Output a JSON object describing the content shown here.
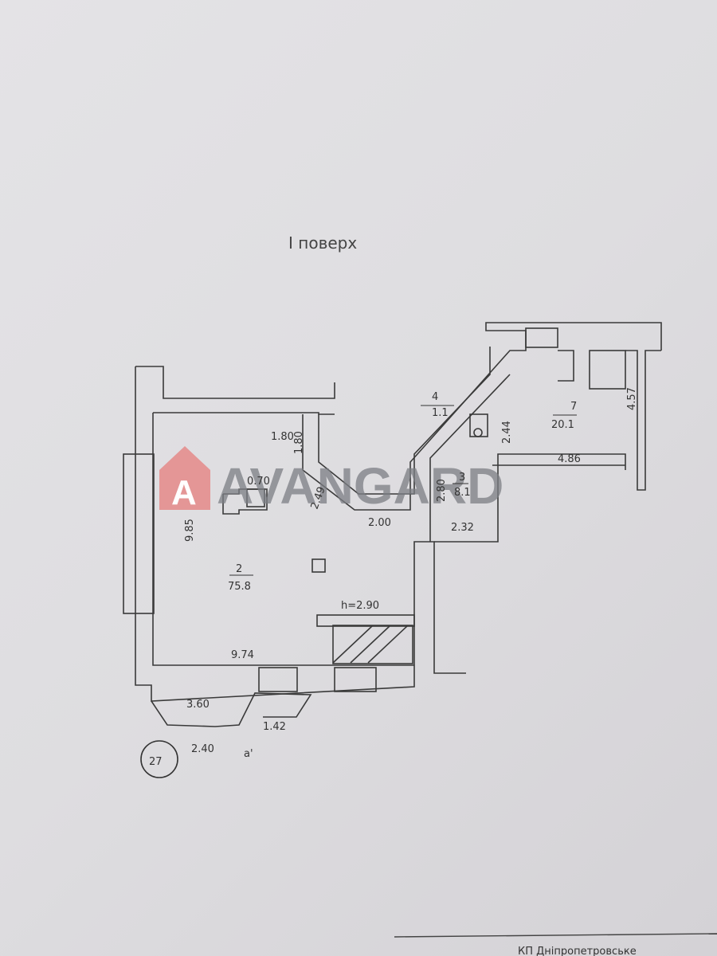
{
  "title": "І поверх",
  "watermark": {
    "text": "AVANGARD",
    "logo_letter": "A",
    "logo_color": "#e07070"
  },
  "rooms": [
    {
      "number": "2",
      "area": "75.8"
    },
    {
      "number": "3",
      "area": "8.1"
    },
    {
      "number": "4",
      "area": "1.1"
    },
    {
      "number": "7",
      "area": "20.1"
    }
  ],
  "dimensions": [
    "1.80",
    "1.80",
    "0.70",
    "2.49",
    "9.85",
    "2.00",
    "2.80",
    "2.32",
    "2.44",
    "4.86",
    "4.57",
    "9.74",
    "3.60",
    "1.42",
    "2.40"
  ],
  "height_label": "h=2.90",
  "block_number": "27",
  "mark": "a'",
  "footer_text": "КП Дніпропетровське"
}
